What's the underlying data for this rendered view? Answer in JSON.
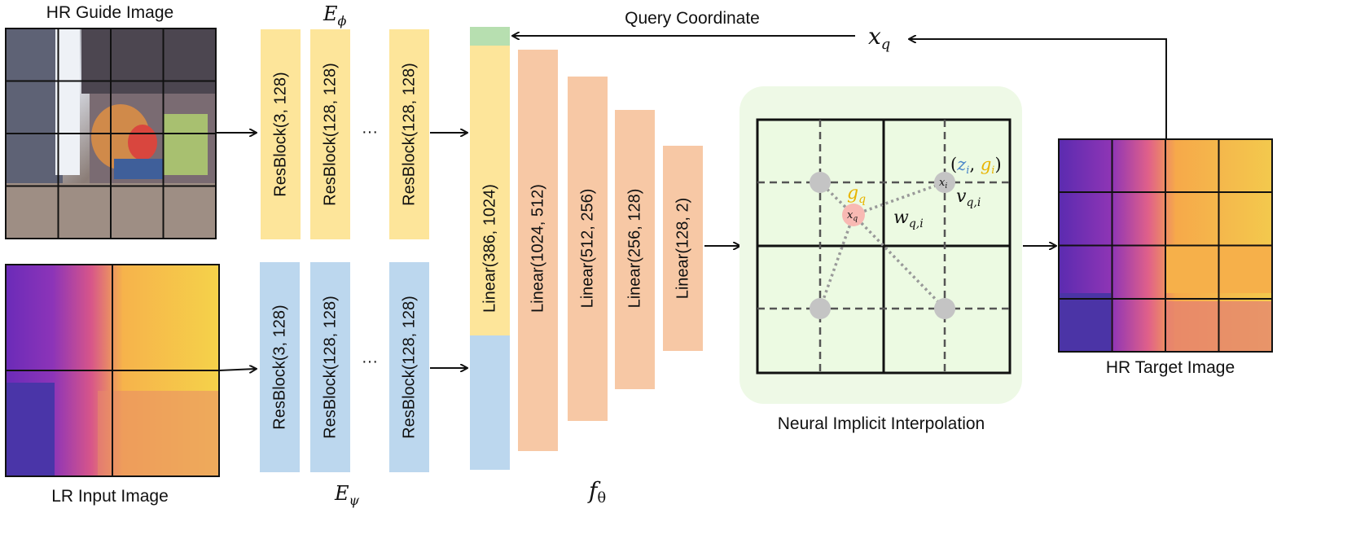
{
  "labels": {
    "hr_guide": "HR Guide Image",
    "lr_input": "LR Input Image",
    "hr_target": "HR Target Image",
    "query_coordinate": "Query Coordinate",
    "nii": "Neural Implicit Interpolation",
    "ellipsis": "···"
  },
  "math": {
    "e_phi": "E",
    "e_phi_sub": "ϕ",
    "e_psi": "E",
    "e_psi_sub": "ψ",
    "f_theta": "f",
    "f_theta_sub": "θ",
    "xq": "x",
    "xq_sub": "q",
    "gq": "g",
    "gq_sub": "q",
    "wqi": "w",
    "wqi_sub": "q,i",
    "vqi": "v",
    "vqi_sub": "q,i",
    "xi": "x",
    "xi_sub": "i",
    "zi": "z",
    "zi_sub": "i",
    "gi": "g",
    "gi_sub": "i"
  },
  "guide_encoder": [
    "ResBlock(3, 128)",
    "ResBlock(128, 128)",
    "ResBlock(128, 128)"
  ],
  "lr_encoder": [
    "ResBlock(3, 128)",
    "ResBlock(128, 128)",
    "ResBlock(128, 128)"
  ],
  "mlp": [
    "Linear(386, 1024)",
    "Linear(1024, 512)",
    "Linear(512, 256)",
    "Linear(256, 128)",
    "Linear(128, 2)"
  ],
  "colors": {
    "guide": "#fde59a",
    "lr": "#bcd7ee",
    "mlp": "#f7c8a5",
    "coord": "#b7dfb0",
    "nii_bg": "#eef9e6",
    "point": "#c4c4c4",
    "query_point": "#f8b9b3",
    "z_color": "#4a86c8",
    "g_color": "#e8b400"
  }
}
